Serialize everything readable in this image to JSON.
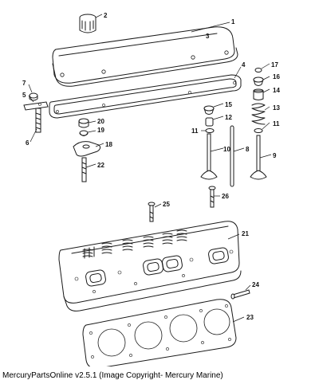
{
  "caption": "MercuryPartsOnline v2.5.1 (Image Copyright- Mercury Marine)",
  "callouts": [
    "1",
    "2",
    "3",
    "4",
    "5",
    "6",
    "7",
    "8",
    "9",
    "10",
    "11",
    "11",
    "12",
    "13",
    "14",
    "15",
    "16",
    "17",
    "18",
    "19",
    "20",
    "21",
    "22",
    "23",
    "24",
    "25",
    "26"
  ]
}
